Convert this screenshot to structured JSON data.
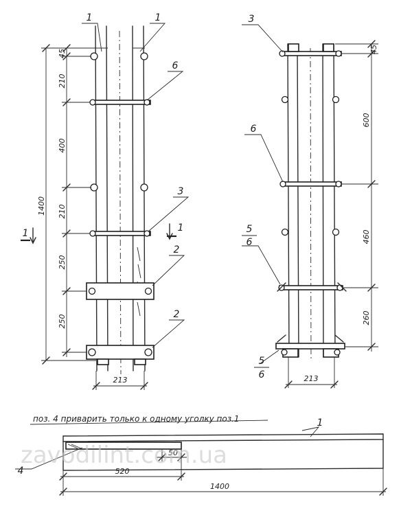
{
  "left_view": {
    "labels": {
      "top_left": "1",
      "top_right": "1",
      "upper_bar": "6",
      "middle_bar": "3",
      "plate_upper": "2",
      "plate_lower": "2"
    },
    "section_mark": {
      "left": "1",
      "right": "1"
    },
    "dimensions": {
      "offset_top": "45",
      "seg_1": "210",
      "seg_2": "400",
      "seg_3": "210",
      "seg_4": "250",
      "seg_5": "250",
      "total_height": "1400",
      "width": "213"
    }
  },
  "right_view": {
    "labels": {
      "top": "3",
      "upper_bar": "6",
      "middle_frac_top": "5",
      "middle_frac_bottom": "6",
      "bottom_frac_top": "5",
      "bottom_frac_bottom": "6"
    },
    "dimensions": {
      "offset_top": "45",
      "seg_1": "600",
      "seg_2": "460",
      "seg_3": "260",
      "width": "213"
    }
  },
  "bottom_view": {
    "note": "поз. 4 приварить только к одному уголку поз.1",
    "labels": {
      "angle": "1",
      "plate": "4"
    },
    "dimensions": {
      "small": "50",
      "medium": "520",
      "total": "1400"
    }
  },
  "watermark": "zavodilint.com.ua"
}
